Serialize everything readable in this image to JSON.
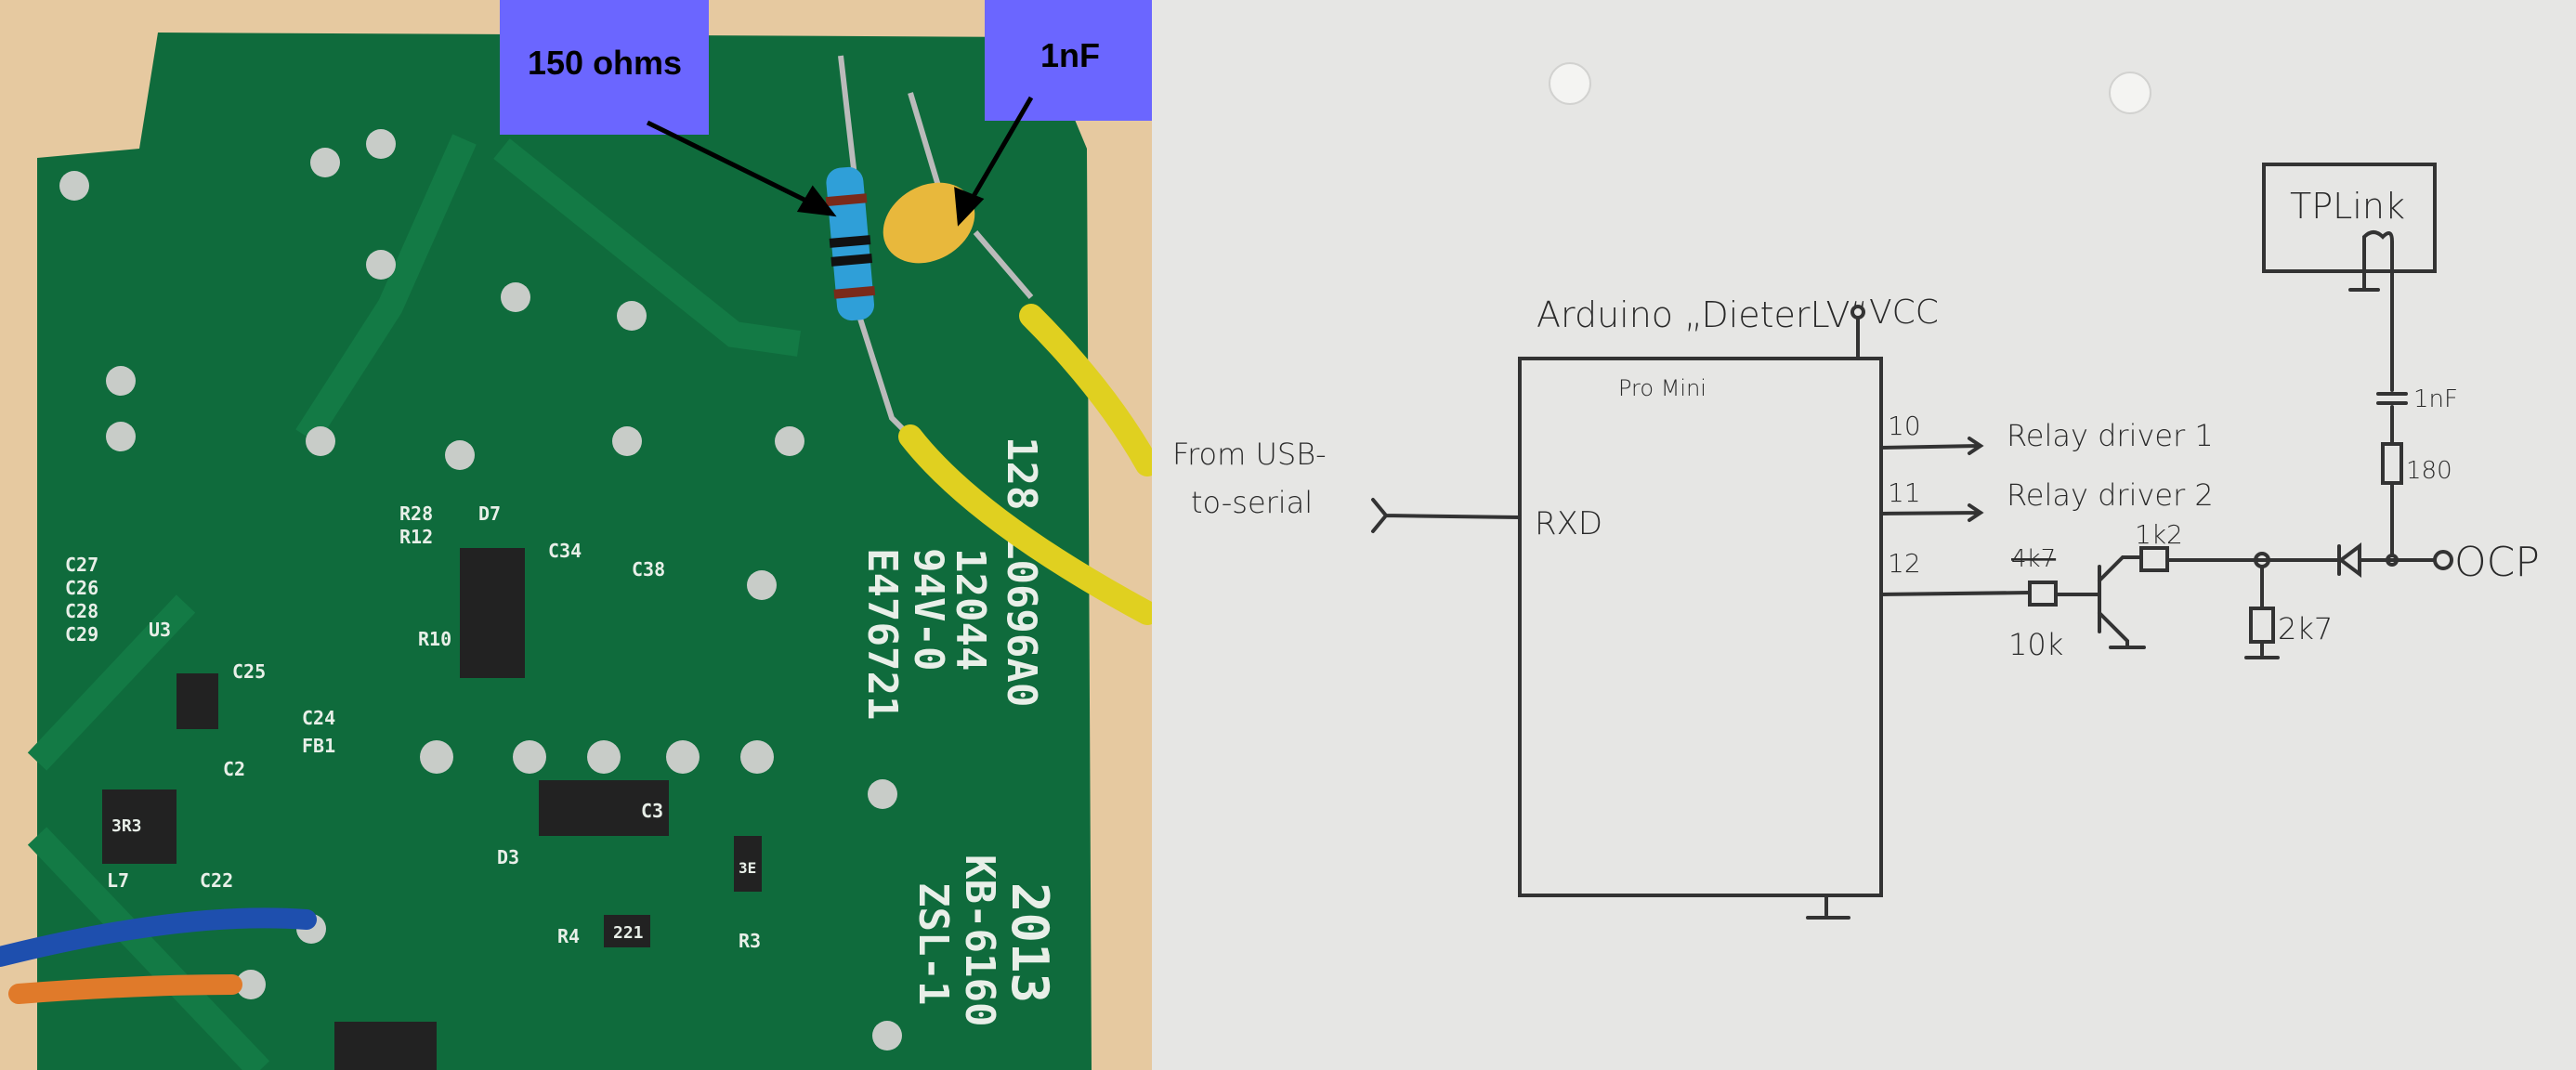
{
  "colors": {
    "pcb": "#0f6b3c",
    "paper": "#e6e6e4",
    "annotation_box": "#6b66ff",
    "wood": "#e6c9a0",
    "trace": "#137a45"
  },
  "photo": {
    "annotations": [
      {
        "label": "150 ohms"
      },
      {
        "label": "1nF"
      }
    ],
    "silkscreen": {
      "board_code": "128 L0696A0",
      "date": "12044",
      "rating": "94V-0",
      "file": "E476721",
      "model": "KB-6160",
      "rev": "ZSL-1",
      "year": "2013",
      "refs": [
        "R28",
        "R12",
        "D7",
        "C34",
        "C38",
        "R10",
        "U3",
        "C27",
        "C26",
        "C28",
        "C29",
        "C25",
        "C24",
        "FB1",
        "C2",
        "L7",
        "C22",
        "D3",
        "C3",
        "R4",
        "R3"
      ],
      "chip_markings": [
        "3R3",
        "221",
        "3E"
      ]
    }
  },
  "schematic": {
    "title": "Arduino „DieterLV“",
    "vcc": "VCC",
    "board": "Pro Mini",
    "input_line1": "From USB-",
    "input_line2": "to-serial",
    "rxd": "RXD",
    "pins": [
      {
        "num": "10",
        "label": "Relay driver 1"
      },
      {
        "num": "11",
        "label": "Relay driver 2"
      },
      {
        "num": "12"
      }
    ],
    "r_base_struck": "4k7",
    "r_base": "10k",
    "r_collector": "1k2",
    "r_pulldown": "2k7",
    "cap": "1nF",
    "r_series": "180",
    "tplink": "TPLink",
    "output": "OCP"
  }
}
